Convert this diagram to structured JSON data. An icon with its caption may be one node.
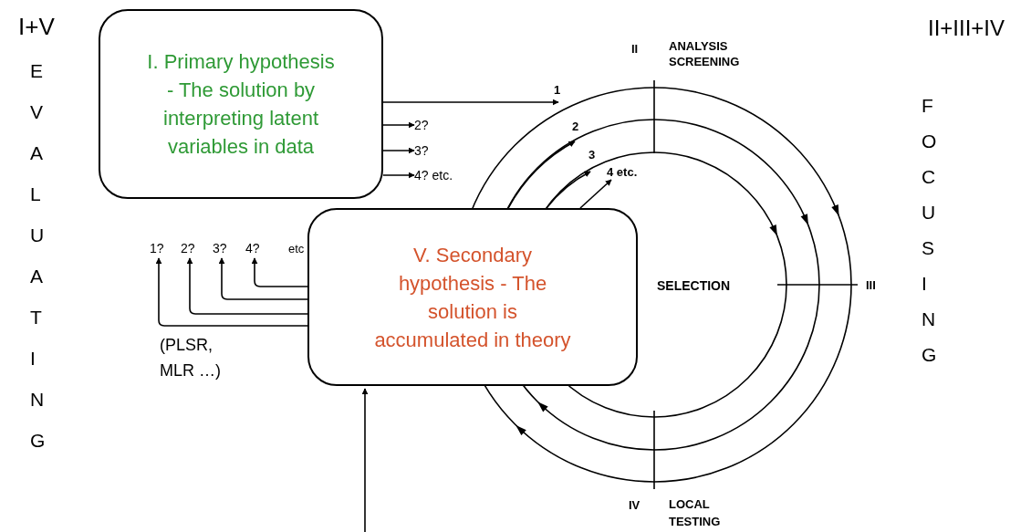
{
  "diagram": {
    "nodes": [
      {
        "text": [
          "I. Primary hypothesis - The solution by interpreting latent variables in data"
        ]
      },
      {
        "text": [
          "V. Secondary hypothesis - The solution is accumulated in theory"
        ]
      },
      {
        "text": [
          "2?"
        ]
      },
      {
        "text": [
          "3?"
        ]
      },
      {
        "text": [
          "4? etc."
        ]
      },
      {
        "text": [
          "1?"
        ]
      },
      {
        "text": [
          "2?"
        ]
      },
      {
        "text": [
          "3?"
        ]
      },
      {
        "text": [
          "4?"
        ]
      }
    ],
    "edges": [
      {
        "from": 0,
        "to": null,
        "arrow": "to",
        "label": "1"
      },
      {
        "from": 0,
        "to": 2,
        "arrow": "to"
      },
      {
        "from": 0,
        "to": 3,
        "arrow": "to"
      },
      {
        "from": 0,
        "to": 4,
        "arrow": "to"
      },
      {
        "from": 1,
        "to": null,
        "arrow": "to",
        "label": "2"
      },
      {
        "from": 1,
        "to": null,
        "arrow": "to",
        "label": "3"
      },
      {
        "from": 1,
        "to": null,
        "arrow": "to",
        "label": "4 etc."
      },
      {
        "from": 1,
        "to": 5,
        "arrow": "to"
      },
      {
        "from": 1,
        "to": 6,
        "arrow": "to"
      },
      {
        "from": 1,
        "to": 7,
        "arrow": "to"
      },
      {
        "from": 1,
        "to": 8,
        "arrow": "to"
      },
      {
        "from": null,
        "to": 1,
        "arrow": "to"
      }
    ],
    "labels": [
      "I+V",
      "EVALUATING",
      "II+III+IV",
      "FOCUSING",
      "II",
      "ANALYSIS SCREENING",
      "SELECTION",
      "III",
      "IV",
      "LOCAL TESTING",
      "etc",
      "(PLSR, MLR …)"
    ]
  }
}
